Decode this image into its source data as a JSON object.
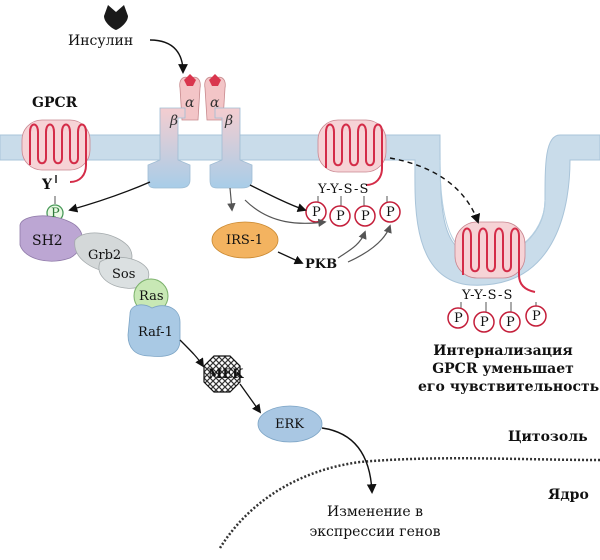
{
  "labels": {
    "insulin": "Инсулин",
    "gpcr": "GPCR",
    "alpha": "α",
    "beta": "β",
    "y": "Y",
    "p": "P",
    "sh2": "SH2",
    "grb2": "Grb2",
    "sos": "Sos",
    "ras": "Ras",
    "raf1": "Raf-1",
    "mek": "MEK",
    "erk": "ERK",
    "irs1": "IRS-1",
    "pkb": "PKB",
    "yyss": "Y-Y-S-S",
    "internalization": [
      "Интернализация",
      "GPCR уменьшает",
      "его чувствительность"
    ],
    "cytosol": "Цитозоль",
    "nucleus": "Ядро",
    "expression": [
      "Изменение в",
      "экспрессии генов"
    ]
  },
  "colors": {
    "membrane": "#c7dcea",
    "membrane_edge": "#a3c2d8",
    "receptor_pink": "#f3c6c6",
    "gpcr_red": "#d9364e",
    "p_ring": "#c41e3a",
    "sh2": "#b9a4d1",
    "grb2": "#cfd3d4",
    "ras": "#c5e6b0",
    "raf": "#a7c7e3",
    "irs1": "#f3b25f",
    "erk": "#a8c6e2"
  }
}
